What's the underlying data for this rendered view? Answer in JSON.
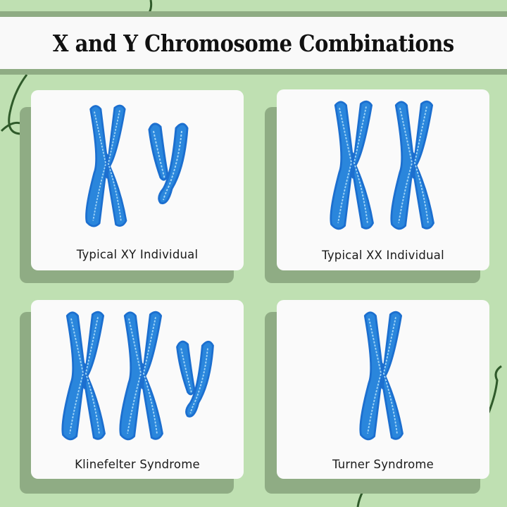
{
  "title": "X and Y Chromosome Combinations",
  "colors": {
    "background": "#bfe0b2",
    "shadow": "#8fac84",
    "card": "#fafafa",
    "chromosome_fill": "#2a86dc",
    "chromosome_edge": "#1c6fcf",
    "chromatid_strand": "#9fd3f5",
    "vine": "#2f5a2a"
  },
  "panels": [
    {
      "label": "Typical XY Individual",
      "chromosomes": [
        "X",
        "Y"
      ]
    },
    {
      "label": "Typical XX Individual",
      "chromosomes": [
        "X",
        "X"
      ]
    },
    {
      "label": "Klinefelter Syndrome",
      "chromosomes": [
        "X",
        "X",
        "Y"
      ]
    },
    {
      "label": "Turner Syndrome",
      "chromosomes": [
        "X"
      ]
    }
  ]
}
